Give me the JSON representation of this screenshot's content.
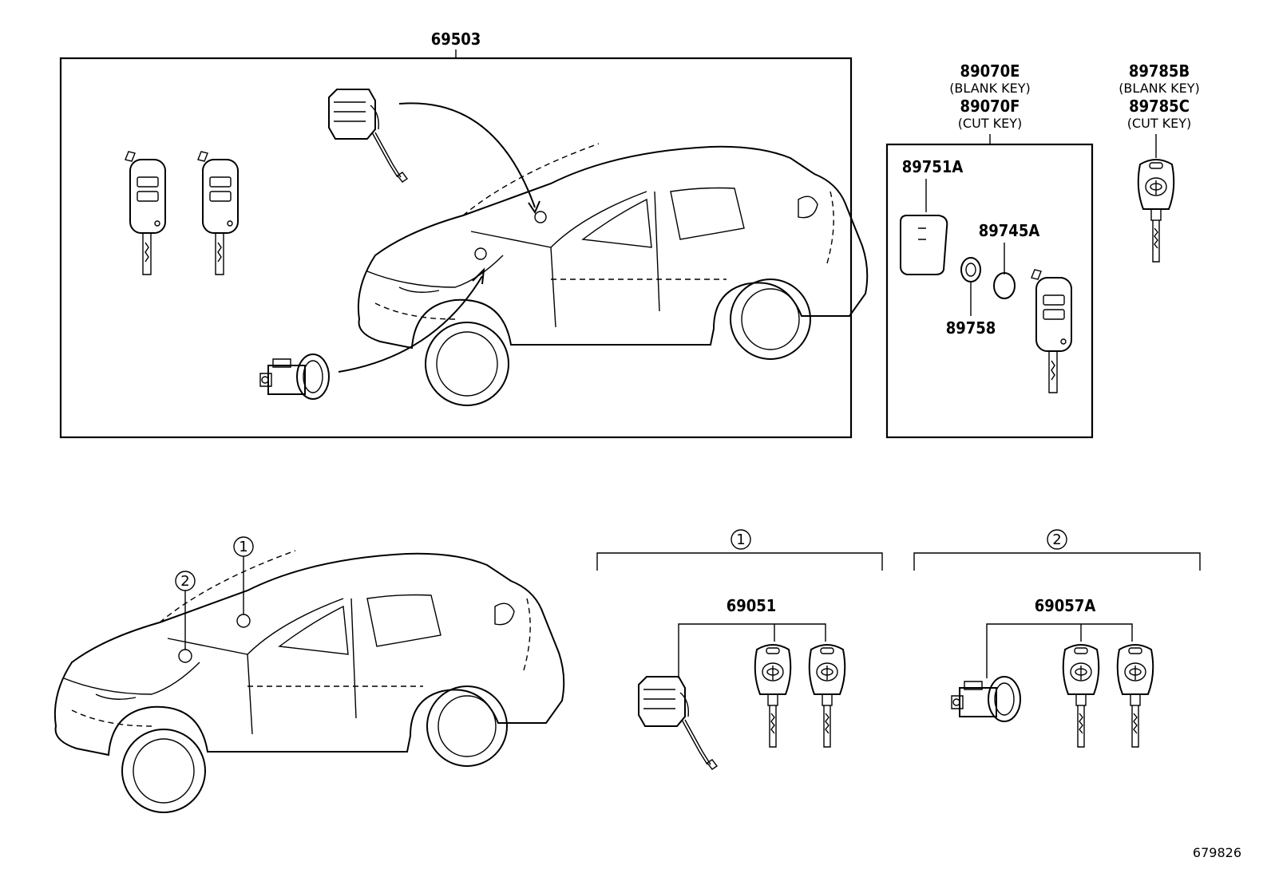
{
  "labels": {
    "p69503": "69503",
    "p89070E": "89070E",
    "p89070E_note": "(BLANK KEY)",
    "p89070F": "89070F",
    "p89070F_note": "(CUT KEY)",
    "p89785B": "89785B",
    "p89785B_note": "(BLANK KEY)",
    "p89785C": "89785C",
    "p89785C_note": "(CUT KEY)",
    "p89751A": "89751A",
    "p89745A": "89745A",
    "p89758": "89758",
    "p69051": "69051",
    "p69057A": "69057A",
    "circle1": "1",
    "circle2": "2",
    "figure_id": "679826"
  },
  "icons": [
    "vehicle-outline-icon",
    "flip-key-icon",
    "transponder-key-icon",
    "door-lock-cylinder-icon",
    "ignition-cylinder-icon",
    "coin-battery-icon",
    "key-cover-icon"
  ]
}
